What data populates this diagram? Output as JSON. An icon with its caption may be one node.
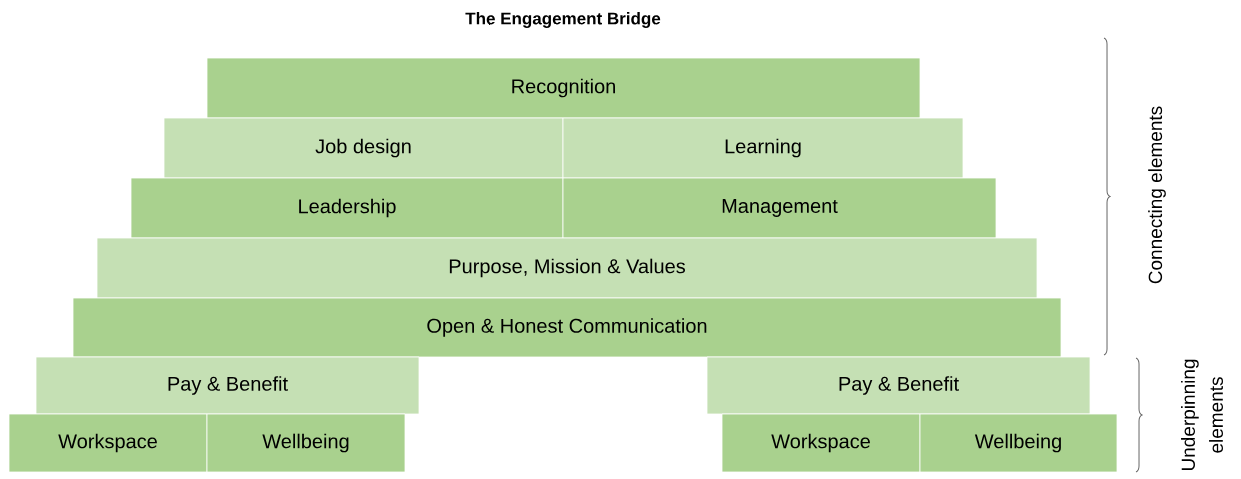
{
  "diagram": {
    "title": "The Engagement Bridge",
    "nodes": [
      {
        "text": [
          "Recognition"
        ]
      },
      {
        "text": [
          "Job design"
        ]
      },
      {
        "text": [
          "Learning"
        ]
      },
      {
        "text": [
          "Leadership"
        ]
      },
      {
        "text": [
          "Management"
        ]
      },
      {
        "text": [
          "Purpose, Mission & Values"
        ]
      },
      {
        "text": [
          "Open & Honest Communication"
        ]
      },
      {
        "text": [
          "Pay & Benefit"
        ]
      },
      {
        "text": [
          "Pay & Benefit"
        ]
      },
      {
        "text": [
          "Workspace"
        ]
      },
      {
        "text": [
          "Wellbeing"
        ]
      },
      {
        "text": [
          "Workspace"
        ]
      },
      {
        "text": [
          "Wellbeing"
        ]
      }
    ],
    "labels": [
      "Connecting elements",
      "Underpinning elements"
    ]
  }
}
